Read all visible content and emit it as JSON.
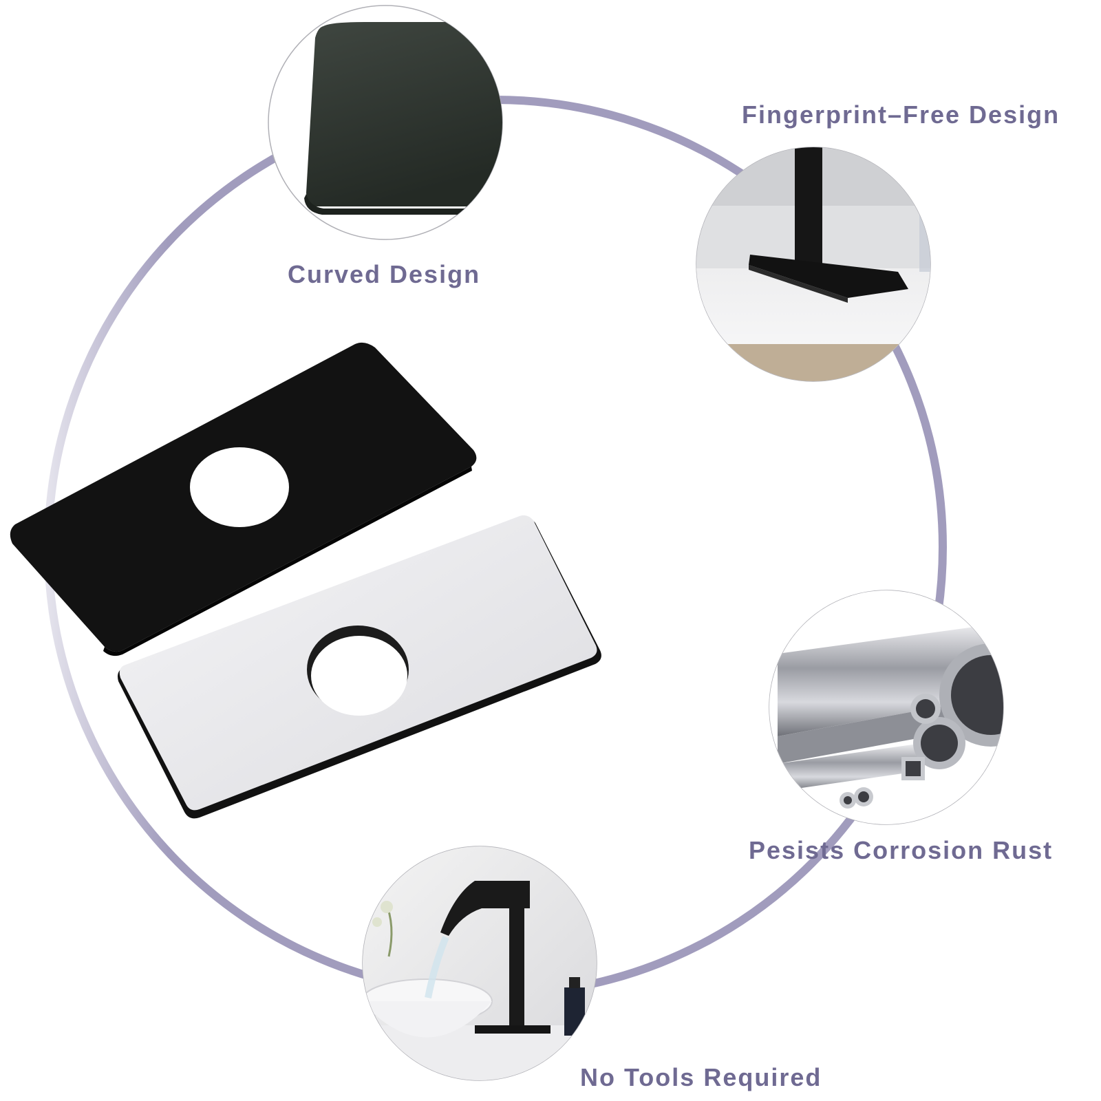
{
  "features": {
    "curved_design": "Curved Design",
    "fingerprint_free": "Fingerprint–Free Design",
    "corrosion": "Pesists Corrosion Rust",
    "no_tools": "No Tools Required"
  },
  "colors": {
    "label_text": "#6f6a92",
    "ring": "#a19cbd",
    "plate_black": "#141414",
    "plate_silver": "#e9e9ec"
  },
  "icons": {
    "curved_design": "matte-black-plate-corner",
    "fingerprint_free": "faucet-base-on-countertop",
    "corrosion": "aluminum-tubes",
    "no_tools": "black-waterfall-faucet-on-sink"
  }
}
